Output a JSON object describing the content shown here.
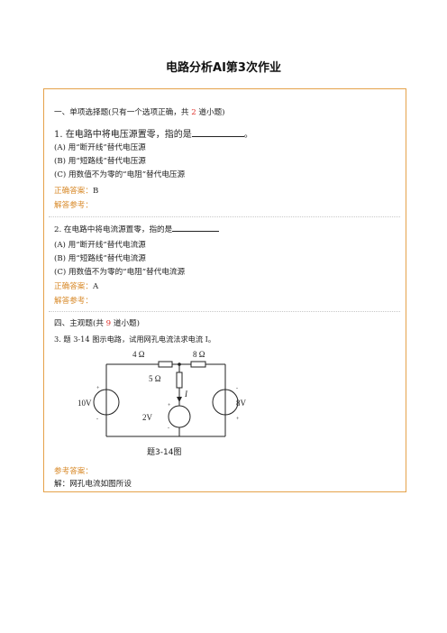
{
  "page_title": "电路分析AI第3次作业",
  "section_one": {
    "prefix": "一、单项选择题(只有一个选项正确，共 ",
    "count": "2",
    "suffix": " 道小题)"
  },
  "q1": {
    "stem_start": "1.  在电路中将电压源置零，指的是",
    "stem_end": "。",
    "options": [
      "(A)   用“断开线”替代电压源",
      "(B) 用“短路线”替代电压源",
      "(C)   用数值不为零的“电阻”替代电压源"
    ],
    "answer_label": "正确答案：",
    "answer_value": "B",
    "explain_label": "解答参考："
  },
  "q2": {
    "stem_start": "2.  在电路中将电流源置零，指的是",
    "options": [
      "(A) 用“断开线”替代电流源",
      "(B)   用“短路线”替代电流源",
      "(C) 用数值不为零的“电阻”替代电流源"
    ],
    "answer_label": "正确答案：",
    "answer_value": "A",
    "explain_label": "解答参考："
  },
  "section_four": {
    "prefix": "四、主观题(共 ",
    "count": "9",
    "suffix": " 道小题)"
  },
  "q3": {
    "stem": "3.   题 3-14 图示电路，试用网孔电流法求电流  I。",
    "figure": {
      "r_left": "4 Ω",
      "r_right": "8 Ω",
      "r_mid": "5 Ω",
      "current": "I",
      "src_left": "10V",
      "src_mid": "2V",
      "src_right": "8V",
      "plus": "+",
      "minus": "-",
      "caption": "题3-14图"
    },
    "ref_label": "参考答案：",
    "ref_text": "解：网孔电流如图所设"
  },
  "colors": {
    "accent_red": "#e0322c",
    "accent_orange": "#d88a2a",
    "frame": "#e5a24a"
  }
}
